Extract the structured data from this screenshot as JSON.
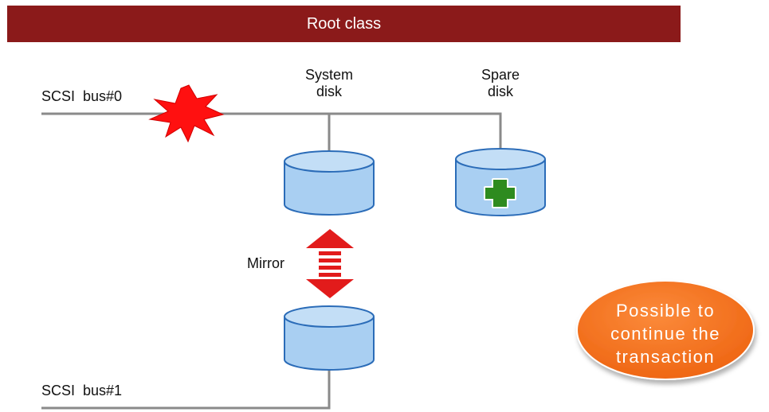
{
  "title": "Root class",
  "bus0_label": "SCSI  bus#0",
  "bus1_label": "SCSI  bus#1",
  "system_disk_label": "System\ndisk",
  "spare_disk_label": "Spare\ndisk",
  "mirror_label": "Mirror",
  "status_text": "Possible to\ncontinue the\ntransaction",
  "icons": {
    "failure": "failure-burst-icon",
    "disk": "disk-cylinder-icon",
    "spare": "plus-icon",
    "mirror": "double-arrow-icon"
  },
  "colors": {
    "banner": "#8b1a1a",
    "disk_fill": "#a9cff2",
    "disk_stroke": "#2b6cb8",
    "plus": "#2e8b1f",
    "arrow": "#e21b1b",
    "burst": "#ff1010",
    "badge": "#f4731d",
    "line": "#8a8a8a"
  }
}
